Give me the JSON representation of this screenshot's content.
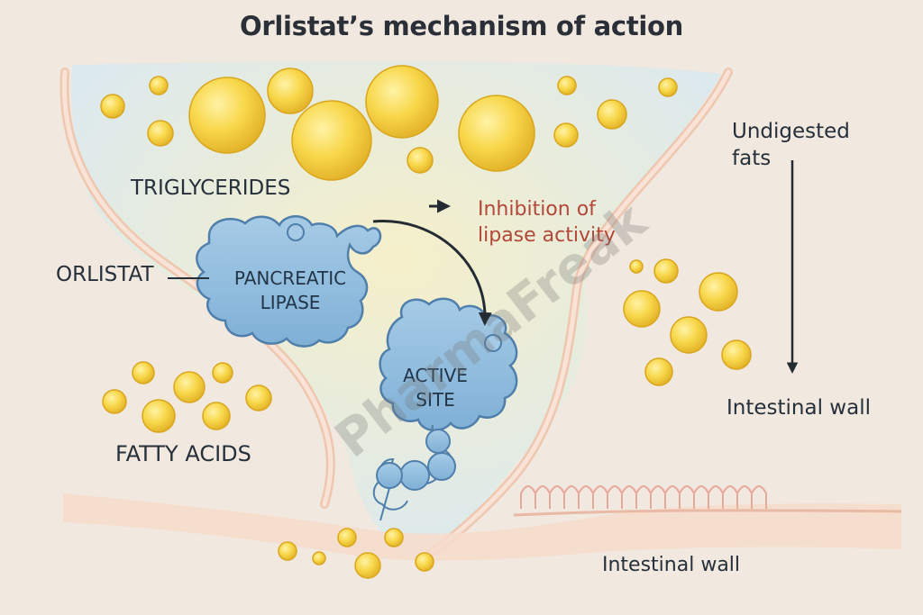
{
  "title": "Orlistat’s mechanism   of action",
  "labels": {
    "triglycerides": "TRIGLYCERIDES",
    "orlistat": "ORLISTAT",
    "fatty_acids": "FATTY ACIDS",
    "inhibition": "Inhibition of lipase activity",
    "undigested": "Undigested fats",
    "intestinal_wall_right": "Intestinal wall",
    "intestinal_wall_bottom": "Intestinal wall",
    "pancreatic_lipase": "PANCREATIC LIPASE",
    "active_site": "ACTIVE SITE"
  },
  "watermark": "PharmaFreak",
  "colors": {
    "background": "#f1e8df",
    "lumen": "#dbe9ee",
    "wall": "#f6d9c8",
    "fat": "#f7d548",
    "enzyme": "#8db9da",
    "enzyme_stroke": "#4f7faa",
    "arrow": "#252b33",
    "inhibition_text": "#b2473a"
  }
}
